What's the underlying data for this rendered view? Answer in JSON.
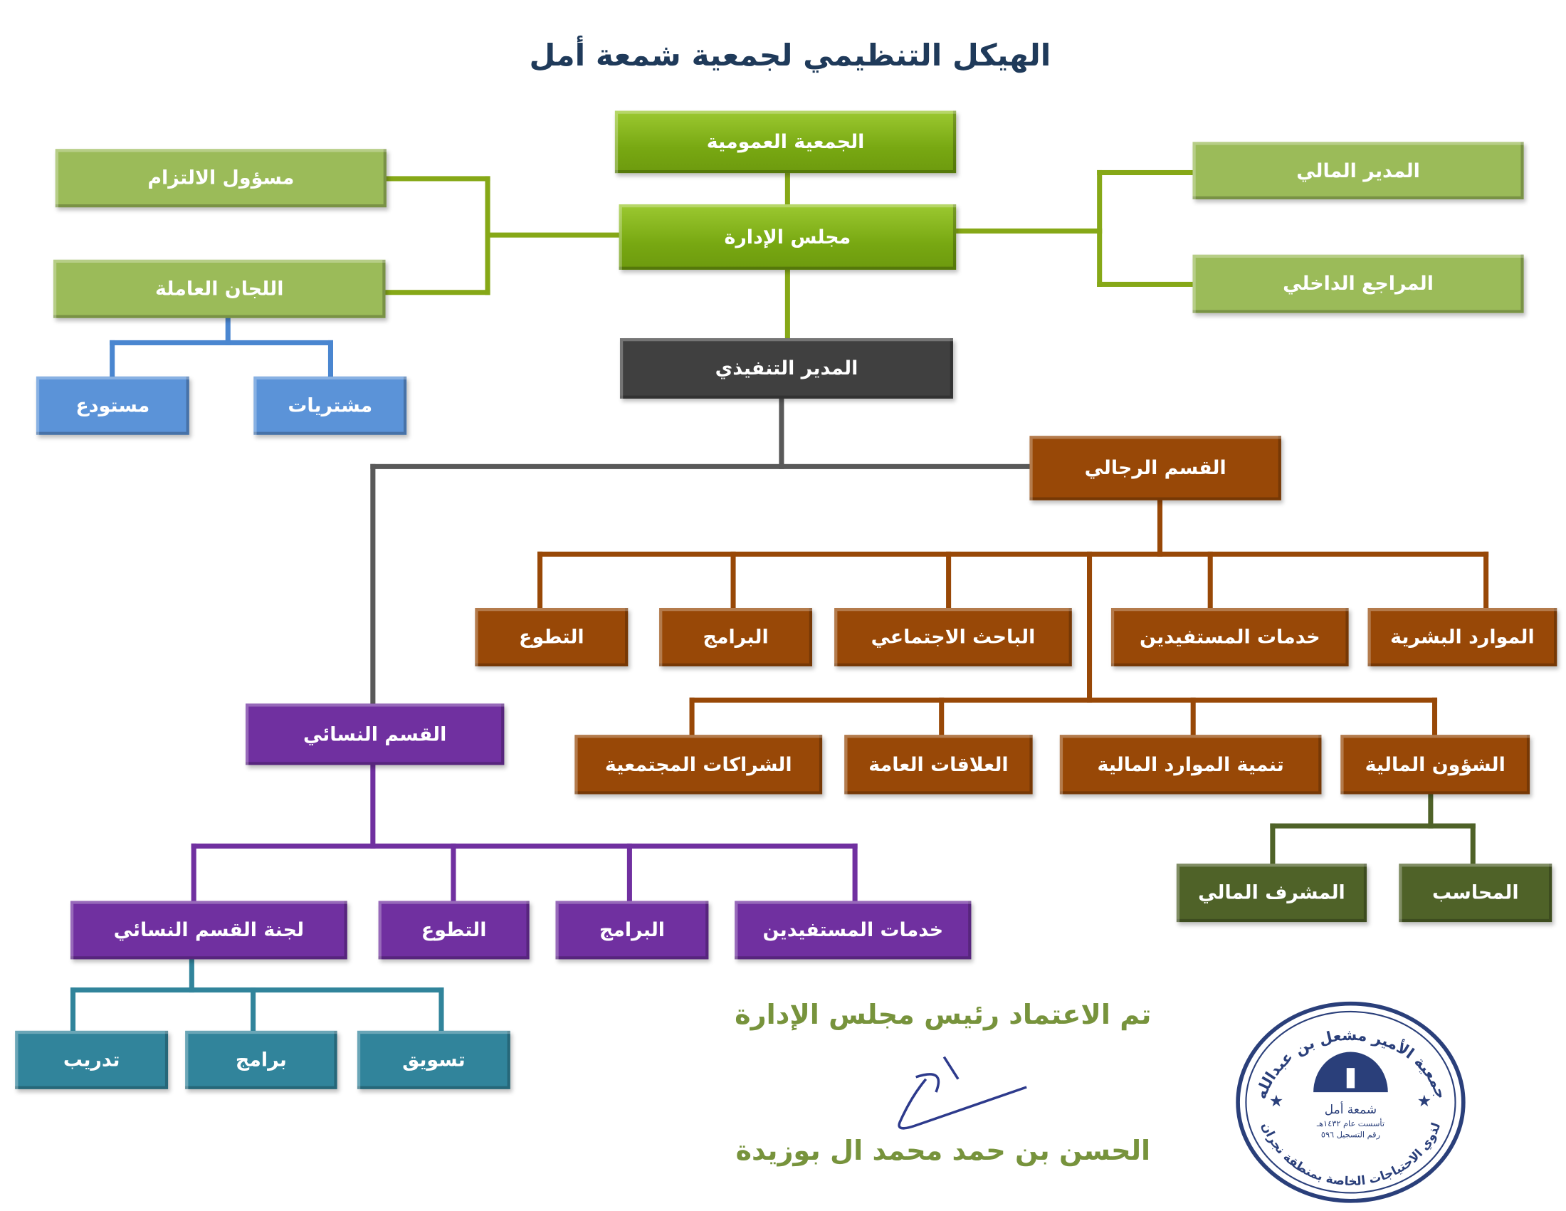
{
  "title": "الهيكل التنظيمي لجمعية شمعة أمل",
  "top": {
    "general_assembly": "الجمعية العمومية",
    "board": "مجلس الإدارة",
    "compliance_officer": "مسؤول الالتزام",
    "working_committees": "اللجان العاملة",
    "financial_manager": "المدير المالي",
    "internal_auditor": "المراجع الداخلي",
    "warehouse": "مستودع",
    "purchases": "مشتريات",
    "executive_director": "المدير التنفيذي"
  },
  "men": {
    "title": "القسم الرجالي",
    "row1": [
      "التطوع",
      "البرامج",
      "الباحث الاجتماعي",
      "خدمات المستفيدين",
      "الموارد البشرية"
    ],
    "row2": [
      "الشراكات المجتمعية",
      "العلاقات العامة",
      "تنمية الموارد المالية",
      "الشؤون المالية"
    ],
    "finance_sub": [
      "المشرف المالي",
      "المحاسب"
    ]
  },
  "women": {
    "title": "القسم النسائي",
    "row": [
      "لجنة القسم النسائي",
      "التطوع",
      "البرامج",
      "خدمات المستفيدين"
    ],
    "committee_sub": [
      "تدريب",
      "برامج",
      "تسويق"
    ]
  },
  "approval": {
    "label": "تم الاعتماد رئيس مجلس الإدارة",
    "name": "الحسن بن حمد محمد ال بوزيدة"
  },
  "seal": {
    "top_text": "جمعية الأمير مشعل بن عبدالله",
    "bottom_text": "لذوي الاحتياجات الخاصة بمنطقة نجران",
    "center_name": "شمعة أمل",
    "founded": "تأسست عام ١٤٣٢هـ",
    "registration": "رقم التسجيل ٥٩٦"
  },
  "colors": {
    "green": "#78a812",
    "light_green": "#9bbb59",
    "blue": "#5b93d8",
    "dark": "#404040",
    "brown": "#984807",
    "olive": "#4f6228",
    "purple": "#7030a0",
    "teal": "#31849b",
    "seal": "#2a3f7a"
  }
}
